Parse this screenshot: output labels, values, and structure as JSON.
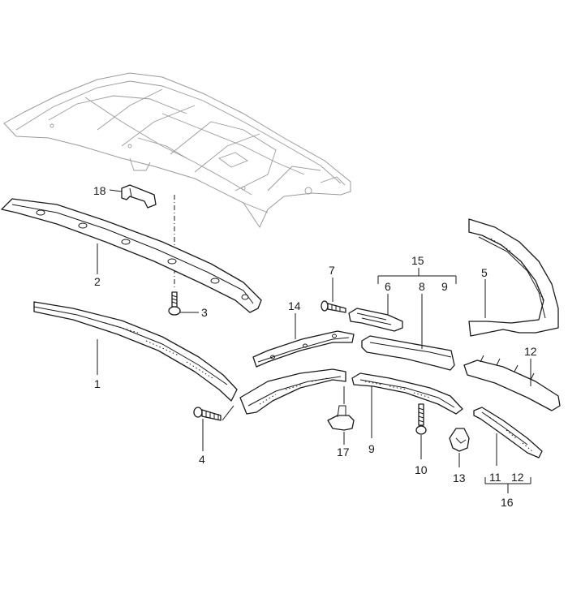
{
  "callouts": {
    "c1": "1",
    "c2": "2",
    "c3": "3",
    "c4": "4",
    "c5": "5",
    "c6": "6",
    "c7": "7",
    "c8": "8",
    "c9a": "9",
    "c9b": "9",
    "c10": "10",
    "c11": "11",
    "c12a": "12",
    "c12b": "12",
    "c13": "13",
    "c14": "14",
    "c15": "15",
    "c16": "16",
    "c17": "17",
    "c18": "18"
  }
}
